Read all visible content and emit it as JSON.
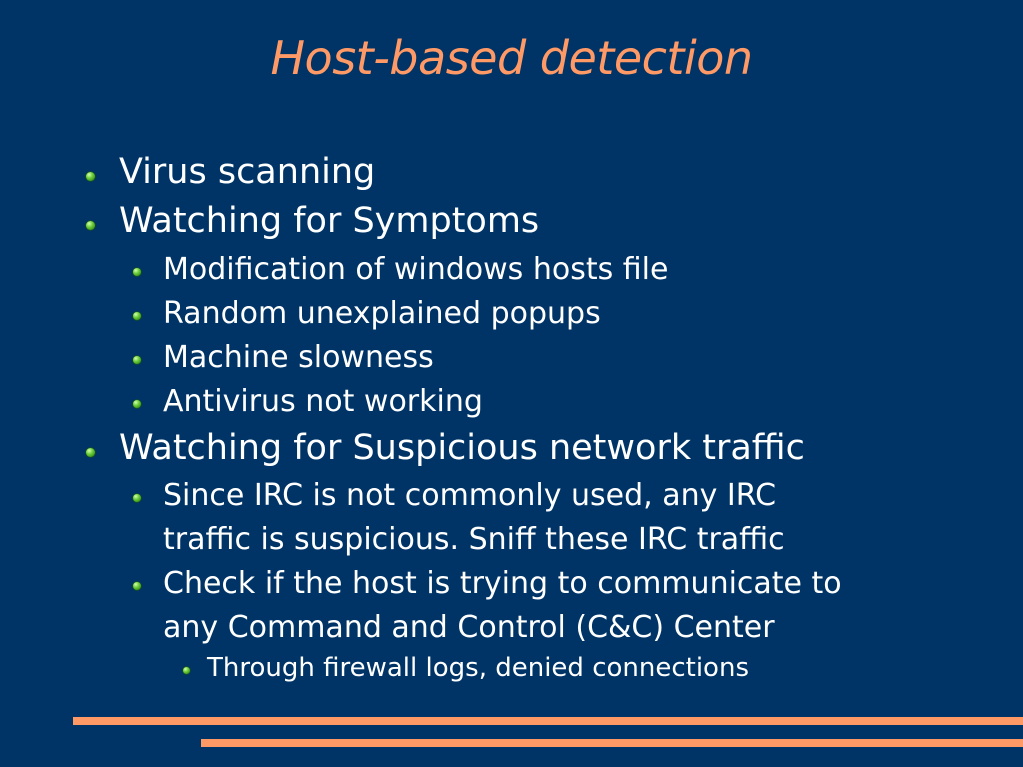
{
  "slide": {
    "title": "Host-based detection",
    "bullets": {
      "virus_scanning": "Virus scanning",
      "watching_symptoms": "Watching for Symptoms",
      "hosts_file": "Modification of windows hosts file",
      "popups": "Random unexplained popups",
      "slowness": "Machine slowness",
      "antivirus": "Antivirus not working",
      "suspicious_traffic": "Watching for Suspicious network traffic",
      "irc_line1": "Since IRC is not commonly used, any IRC",
      "irc_line2": "traffic is suspicious. Sniff these IRC traffic",
      "cc_line1": "Check if the host is trying to communicate to",
      "cc_line2": "any Command and Control (C&C) Center",
      "firewall": "Through firewall logs, denied connections"
    }
  },
  "colors": {
    "background": "#003466",
    "title": "#ff9966",
    "text": "#ffffff",
    "bullet": "#6fcf3c",
    "rule": "#ff9966"
  },
  "icons": {
    "bullet": "green-sphere-bullet-icon"
  }
}
